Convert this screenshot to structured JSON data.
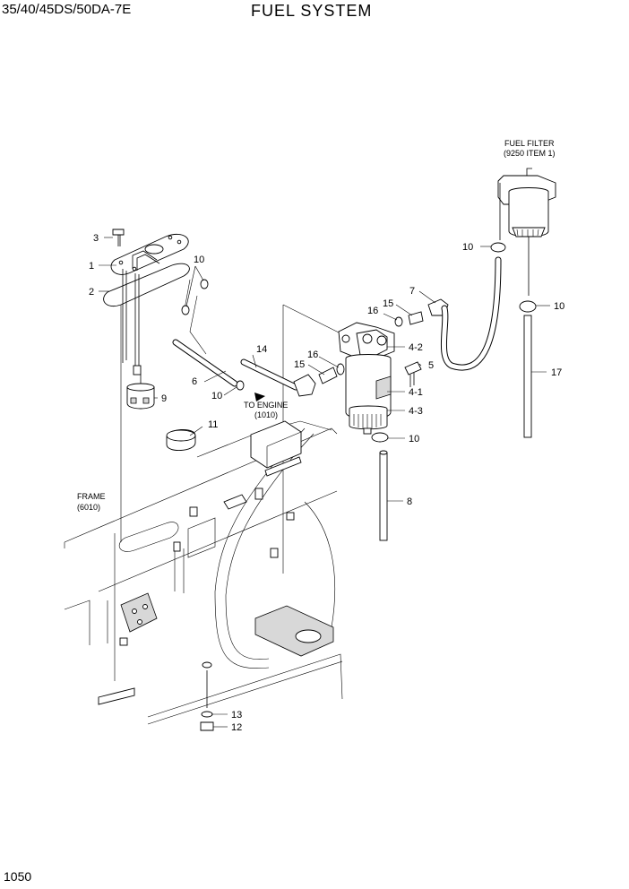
{
  "header": {
    "model": "35/40/45DS/50DA-7E",
    "title": "FUEL SYSTEM"
  },
  "page_number": "1050",
  "notes": {
    "fuel_filter_line1": "FUEL FILTER",
    "fuel_filter_line2": "(9250 ITEM 1)",
    "to_engine_line1": "TO ENGINE",
    "to_engine_line2": "(1010)",
    "frame_line1": "FRAME",
    "frame_line2": "(6010)"
  },
  "callouts": {
    "c1": "1",
    "c2": "2",
    "c3": "3",
    "c4_1": "4-1",
    "c4_2": "4-2",
    "c4_3": "4-3",
    "c5": "5",
    "c6": "6",
    "c7": "7",
    "c8": "8",
    "c9": "9",
    "c10a": "10",
    "c10b": "10",
    "c10c": "10",
    "c10d": "10",
    "c10e": "10",
    "c11": "11",
    "c12": "12",
    "c13": "13",
    "c14": "14",
    "c15a": "15",
    "c15b": "15",
    "c16a": "16",
    "c16b": "16",
    "c17": "17"
  }
}
